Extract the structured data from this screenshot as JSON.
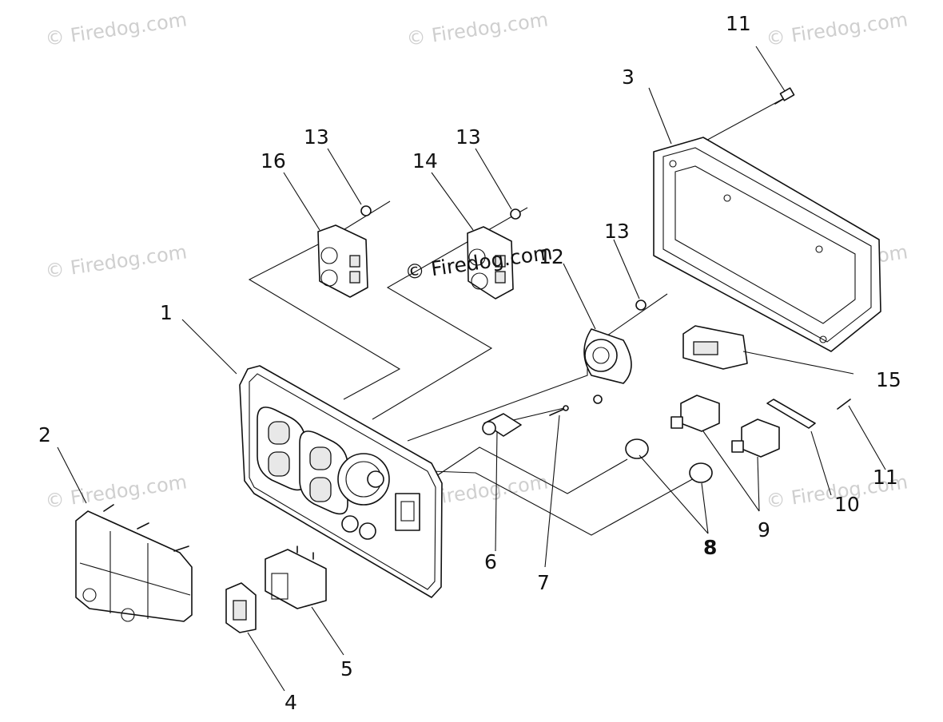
{
  "watermark": {
    "text": "© Firedog.com",
    "center_text": "© Firedog.com"
  },
  "callouts": {
    "c1": "1",
    "c2": "2",
    "c3": "3",
    "c4": "4",
    "c5": "5",
    "c6": "6",
    "c7": "7",
    "c8": "8",
    "c9": "9",
    "c10": "10",
    "c11a": "11",
    "c11b": "11",
    "c12": "12",
    "c13a": "13",
    "c13b": "13",
    "c13c": "13",
    "c14": "14",
    "c15": "15",
    "c16": "16"
  }
}
